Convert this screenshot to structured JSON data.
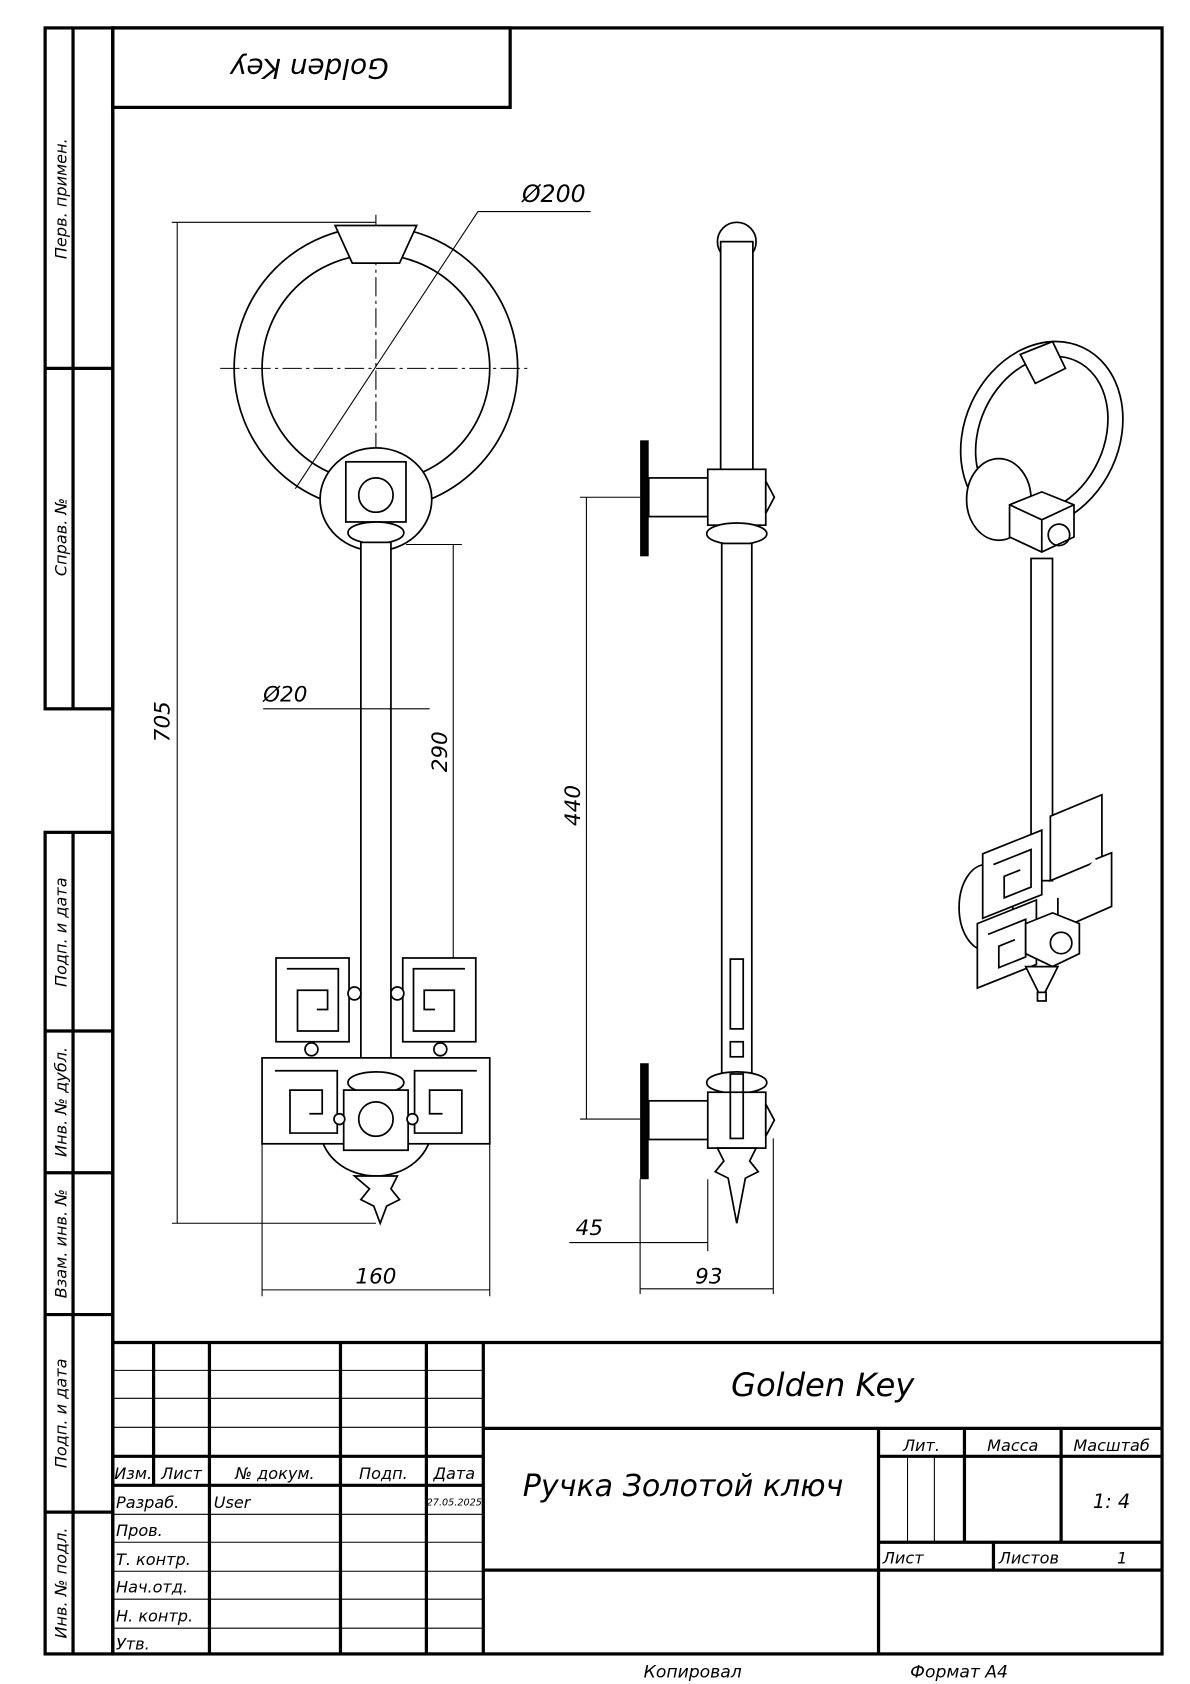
{
  "top_box": {
    "text": "Golden Key"
  },
  "side_strip": {
    "upper": [
      "Перв. примен.",
      "Справ. №"
    ],
    "lower": [
      "Подп. и дата",
      "Инв. № дубл.",
      "Взам. инв. №",
      "Подп. и дата",
      "Инв. № подл."
    ]
  },
  "dimensions": {
    "ring_diameter": "Ø200",
    "rod_diameter": "Ø20",
    "total_height": "705",
    "rod_length": "290",
    "mount_distance": "440",
    "width": "160",
    "depth": "93",
    "base_offset": "45"
  },
  "title_block": {
    "name": "Golden Key",
    "designation": "Ручка Золотой ключ",
    "headers": {
      "izm": "Изм.",
      "list": "Лист",
      "doc": "№ докум.",
      "sign": "Подп.",
      "date": "Дата"
    },
    "roles": [
      "Разраб.",
      "Пров.",
      "Т. контр.",
      "Нач.отд.",
      "Н. контр.",
      "Утв."
    ],
    "developer": "User",
    "date": "27.05.2025",
    "lit": "Лит.",
    "mass": "Масса",
    "scale_label": "Масштаб",
    "scale": "1: 4",
    "sheet": "Лист",
    "sheets": "Листов",
    "sheets_value": "1"
  },
  "footer": {
    "copied": "Копировал",
    "format": "Формат А4"
  }
}
